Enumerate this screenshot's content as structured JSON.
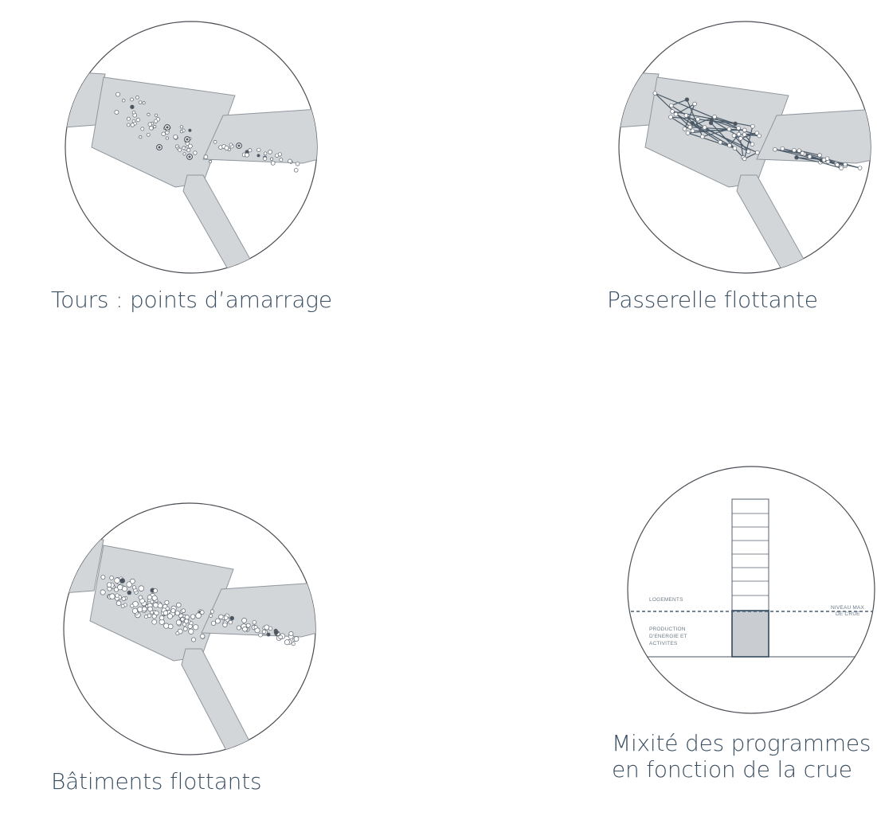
{
  "captions": {
    "top_left": "Tours : points d’amarrage",
    "top_right": "Passerelle flottante",
    "bottom_left": "Bâtiments flottants",
    "bottom_right_line1": "Mixité des programmes",
    "bottom_right_line2": "en fonction de la crue"
  },
  "section_labels": {
    "logements": "LOGEMENTS",
    "production_1": "PRODUCTION",
    "production_2": "D'ENERGIE ET",
    "production_3": "ACTIVITES",
    "niveau_1": "NIVEAU MAX",
    "niveau_2": "DE CRUE"
  },
  "colors": {
    "ink": "#3b4f63",
    "island_fill": "#d3d6d9",
    "dashed_line": "#4a6277"
  }
}
